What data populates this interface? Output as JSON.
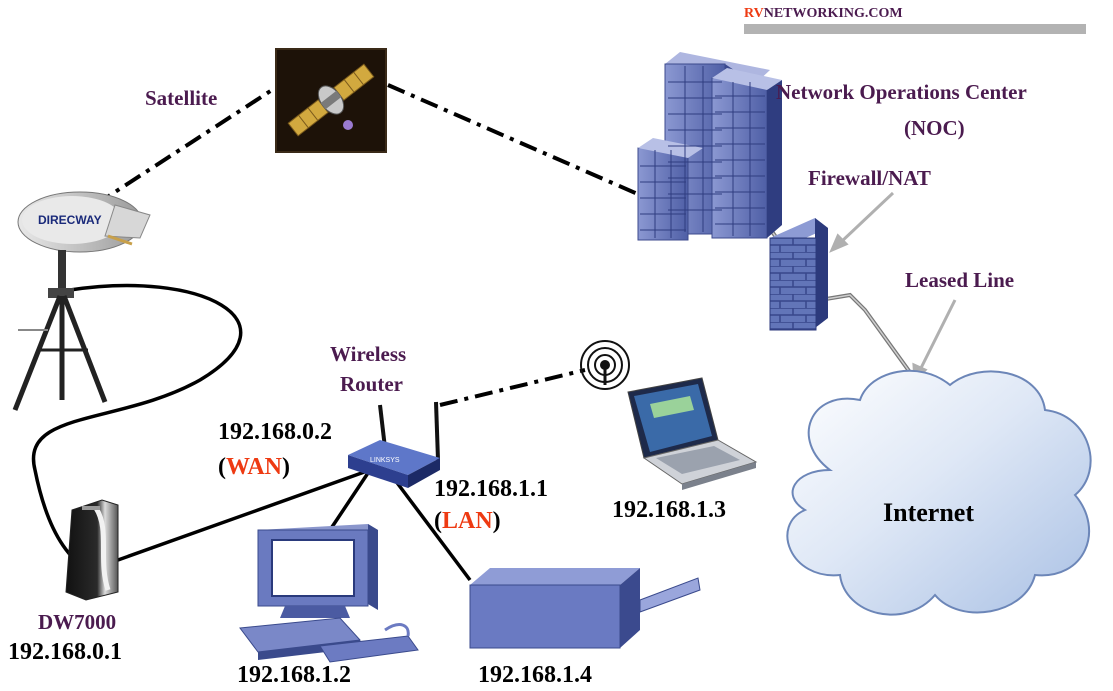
{
  "brand": {
    "prefix": "RV",
    "suffix": "NETWORKING.COM"
  },
  "labels": {
    "satellite": "Satellite",
    "noc_line1": "Network Operations Center",
    "noc_line2": "(NOC)",
    "firewall": "Firewall/NAT",
    "leased_line": "Leased Line",
    "router_line1": "Wireless",
    "router_line2": "Router",
    "internet": "Internet",
    "modem_name": "DW7000",
    "dish_text": "DIRECWAY"
  },
  "addresses": {
    "modem": "192.168.0.1",
    "router_wan_ip": "192.168.0.2",
    "router_wan_tag": "WAN",
    "router_lan_ip": "192.168.1.1",
    "router_lan_tag": "LAN",
    "desktop": "192.168.1.2",
    "laptop": "192.168.1.3",
    "printer": "192.168.1.4"
  },
  "colors": {
    "label_purple": "#4b1b4f",
    "accent_orange": "#ee3a12",
    "device_blue": "#5a6fb0",
    "cloud_blue": "#c8d8f0"
  }
}
